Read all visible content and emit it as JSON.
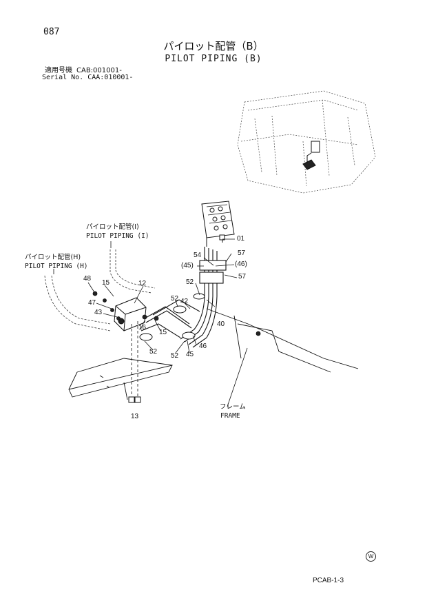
{
  "page_number": "087",
  "title_jp": "パイロット配管（B）",
  "title_en": "PILOT PIPING (B)",
  "serial": {
    "jp_label": "適用号機",
    "jp_value": "CAB:001001-",
    "en_label": "Serial No.",
    "en_value": "CAA:010001-"
  },
  "labels": {
    "pilot_i_jp": "パイロット配管(I)",
    "pilot_i_en": "PILOT PIPING (I)",
    "pilot_h_jp": "パイロット配管(H)",
    "pilot_h_en": "PILOT PIPING (H)",
    "frame_jp": "フレーム",
    "frame_en": "FRAME"
  },
  "callouts": {
    "c01": "01",
    "c54": "54",
    "c57a": "57",
    "c45a": "(45)",
    "c46a": "(46)",
    "c57b": "57",
    "c52a": "52",
    "c48": "48",
    "c15a": "15",
    "c12": "12",
    "c52b": "52",
    "c42": "42",
    "c47": "47",
    "c43": "43",
    "c40": "40",
    "c16": "16",
    "c15b": "15",
    "c46b": "46",
    "c52c": "52",
    "c52d": "52",
    "c45b": "45",
    "c13": "13"
  },
  "footer_code": "PCAB-1-3",
  "watermark": "W"
}
